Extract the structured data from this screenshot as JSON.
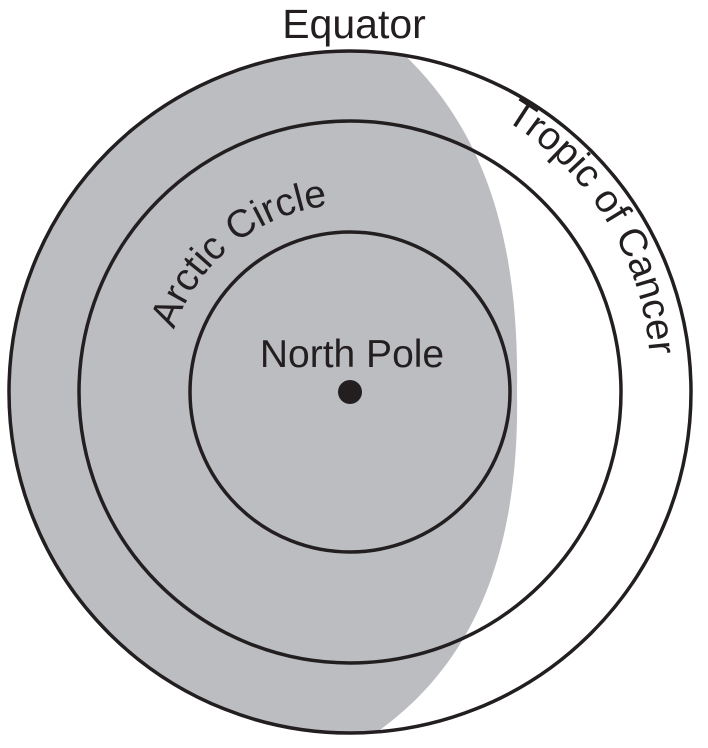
{
  "labels": {
    "equator": "Equator",
    "tropic_of_cancer": "Tropic of Cancer",
    "arctic_circle": "Arctic Circle",
    "north_pole": "North Pole"
  },
  "colors": {
    "night_shadow": "#bcbdc0",
    "line": "#231f20",
    "background": "#ffffff"
  }
}
